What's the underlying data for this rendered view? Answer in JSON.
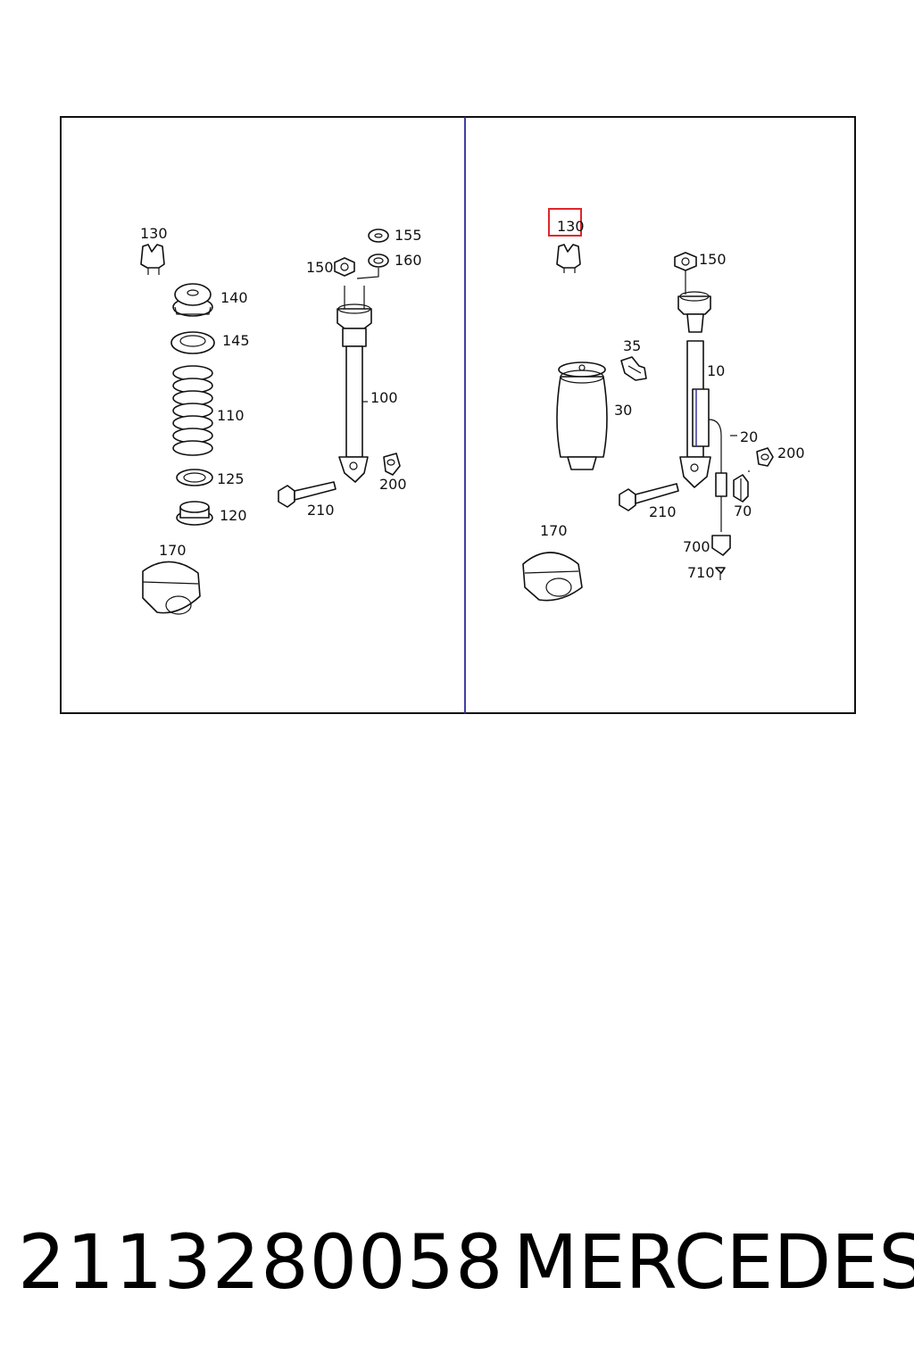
{
  "left_panel": {
    "callouts": [
      "130",
      "140",
      "145",
      "110",
      "125",
      "120",
      "170",
      "150",
      "155",
      "160",
      "100",
      "200",
      "210"
    ]
  },
  "right_panel": {
    "callouts": [
      "130",
      "150",
      "35",
      "10",
      "30",
      "20",
      "200",
      "210",
      "70",
      "170",
      "700",
      "710"
    ],
    "highlighted_callout": "130",
    "highlight_color": "#e0262b"
  },
  "footer": {
    "part_number": "2113280058",
    "brand": "MERCEDES"
  },
  "colors": {
    "divider": "#2a2a9a",
    "ink": "#111111"
  }
}
